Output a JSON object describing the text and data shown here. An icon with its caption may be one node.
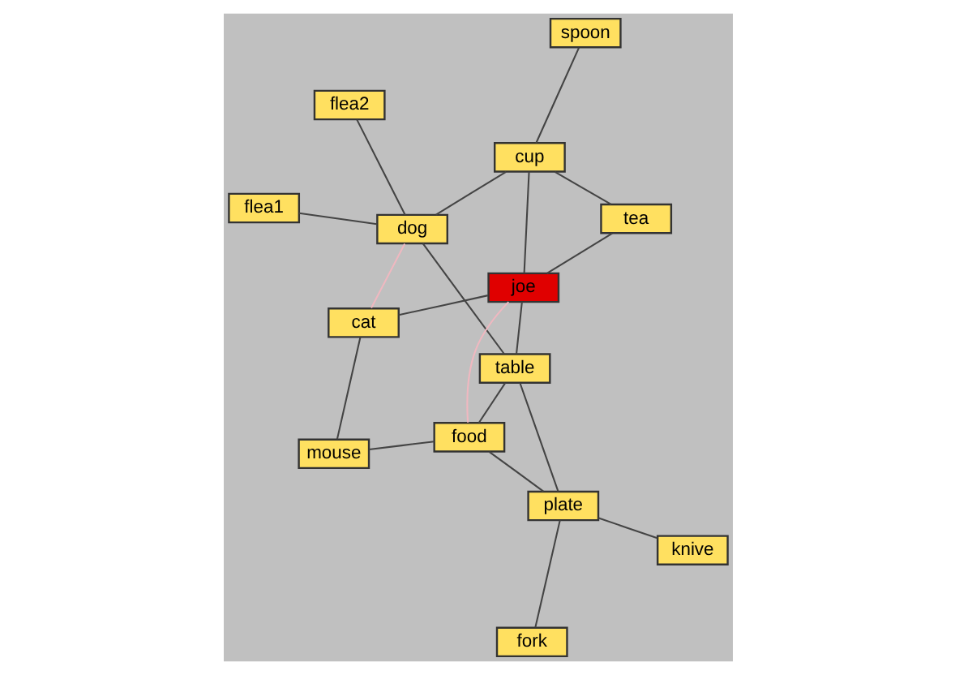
{
  "diagram": {
    "nodes": [
      {
        "text": [
          "flea1"
        ]
      },
      {
        "text": [
          "flea2"
        ]
      },
      {
        "text": [
          "mouse"
        ]
      },
      {
        "text": [
          "dog"
        ]
      },
      {
        "text": [
          "spoon"
        ]
      },
      {
        "text": [
          "knive"
        ]
      },
      {
        "text": [
          "table"
        ]
      },
      {
        "text": [
          "cup"
        ]
      },
      {
        "text": [
          "tea"
        ]
      },
      {
        "text": [
          "plate"
        ]
      },
      {
        "text": [
          "joe"
        ]
      },
      {
        "text": [
          "food"
        ]
      },
      {
        "text": [
          "fork"
        ]
      },
      {
        "text": [
          "cat"
        ]
      }
    ],
    "edges": [
      {
        "from": 0,
        "to": 3,
        "arrow": "none"
      },
      {
        "from": 1,
        "to": 3,
        "arrow": "none"
      },
      {
        "from": 3,
        "to": 6,
        "arrow": "none"
      },
      {
        "from": 3,
        "to": 7,
        "arrow": "none"
      },
      {
        "from": 4,
        "to": 7,
        "arrow": "none"
      },
      {
        "from": 7,
        "to": 10,
        "arrow": "none"
      },
      {
        "from": 7,
        "to": 8,
        "arrow": "none"
      },
      {
        "from": 8,
        "to": 10,
        "arrow": "none"
      },
      {
        "from": 6,
        "to": 10,
        "arrow": "none"
      },
      {
        "from": 6,
        "to": 9,
        "arrow": "none"
      },
      {
        "from": 6,
        "to": 11,
        "arrow": "none"
      },
      {
        "from": 5,
        "to": 9,
        "arrow": "none"
      },
      {
        "from": 12,
        "to": 9,
        "arrow": "none"
      },
      {
        "from": 9,
        "to": 11,
        "arrow": "none"
      },
      {
        "from": 2,
        "to": 11,
        "arrow": "none"
      },
      {
        "from": 2,
        "to": 13,
        "arrow": "none"
      },
      {
        "from": 13,
        "to": 10,
        "arrow": "none"
      },
      {
        "from": 3,
        "to": 13,
        "arrow": "none",
        "color": "#f0b8c0"
      },
      {
        "from": 11,
        "to": 10,
        "arrow": "none",
        "color": "#f0b8c0"
      }
    ]
  }
}
